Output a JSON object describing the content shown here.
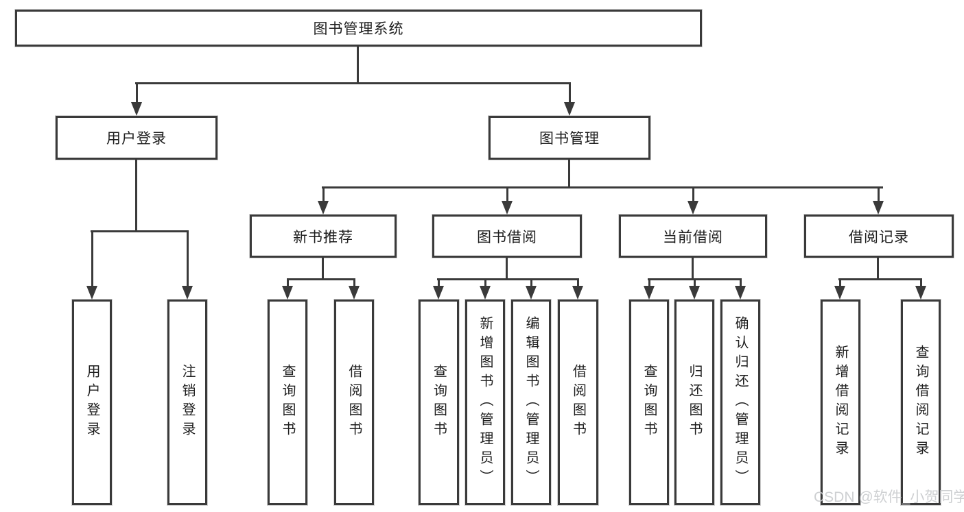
{
  "diagram": {
    "root": {
      "label": "图书管理系统"
    },
    "level2": [
      {
        "label": "用户登录"
      },
      {
        "label": "图书管理"
      }
    ],
    "level3": [
      {
        "label": "新书推荐"
      },
      {
        "label": "图书借阅"
      },
      {
        "label": "当前借阅"
      },
      {
        "label": "借阅记录"
      }
    ],
    "leaves": [
      {
        "label": "用户登录"
      },
      {
        "label": "注销登录"
      },
      {
        "label": "查询图书"
      },
      {
        "label": "借阅图书"
      },
      {
        "label": "查询图书"
      },
      {
        "label": "新增图书（管理员）"
      },
      {
        "label": "编辑图书（管理员）"
      },
      {
        "label": "借阅图书"
      },
      {
        "label": "查询图书"
      },
      {
        "label": "归还图书"
      },
      {
        "label": "确认归还（管理员）"
      },
      {
        "label": "新增借阅记录"
      },
      {
        "label": "查询借阅记录"
      }
    ]
  },
  "watermark": "CSDN @软件_小贺同学",
  "colors": {
    "line": "#3a3a3a",
    "text": "#1e1e1e",
    "background": "#ffffff",
    "watermark": "#c9cbce"
  }
}
